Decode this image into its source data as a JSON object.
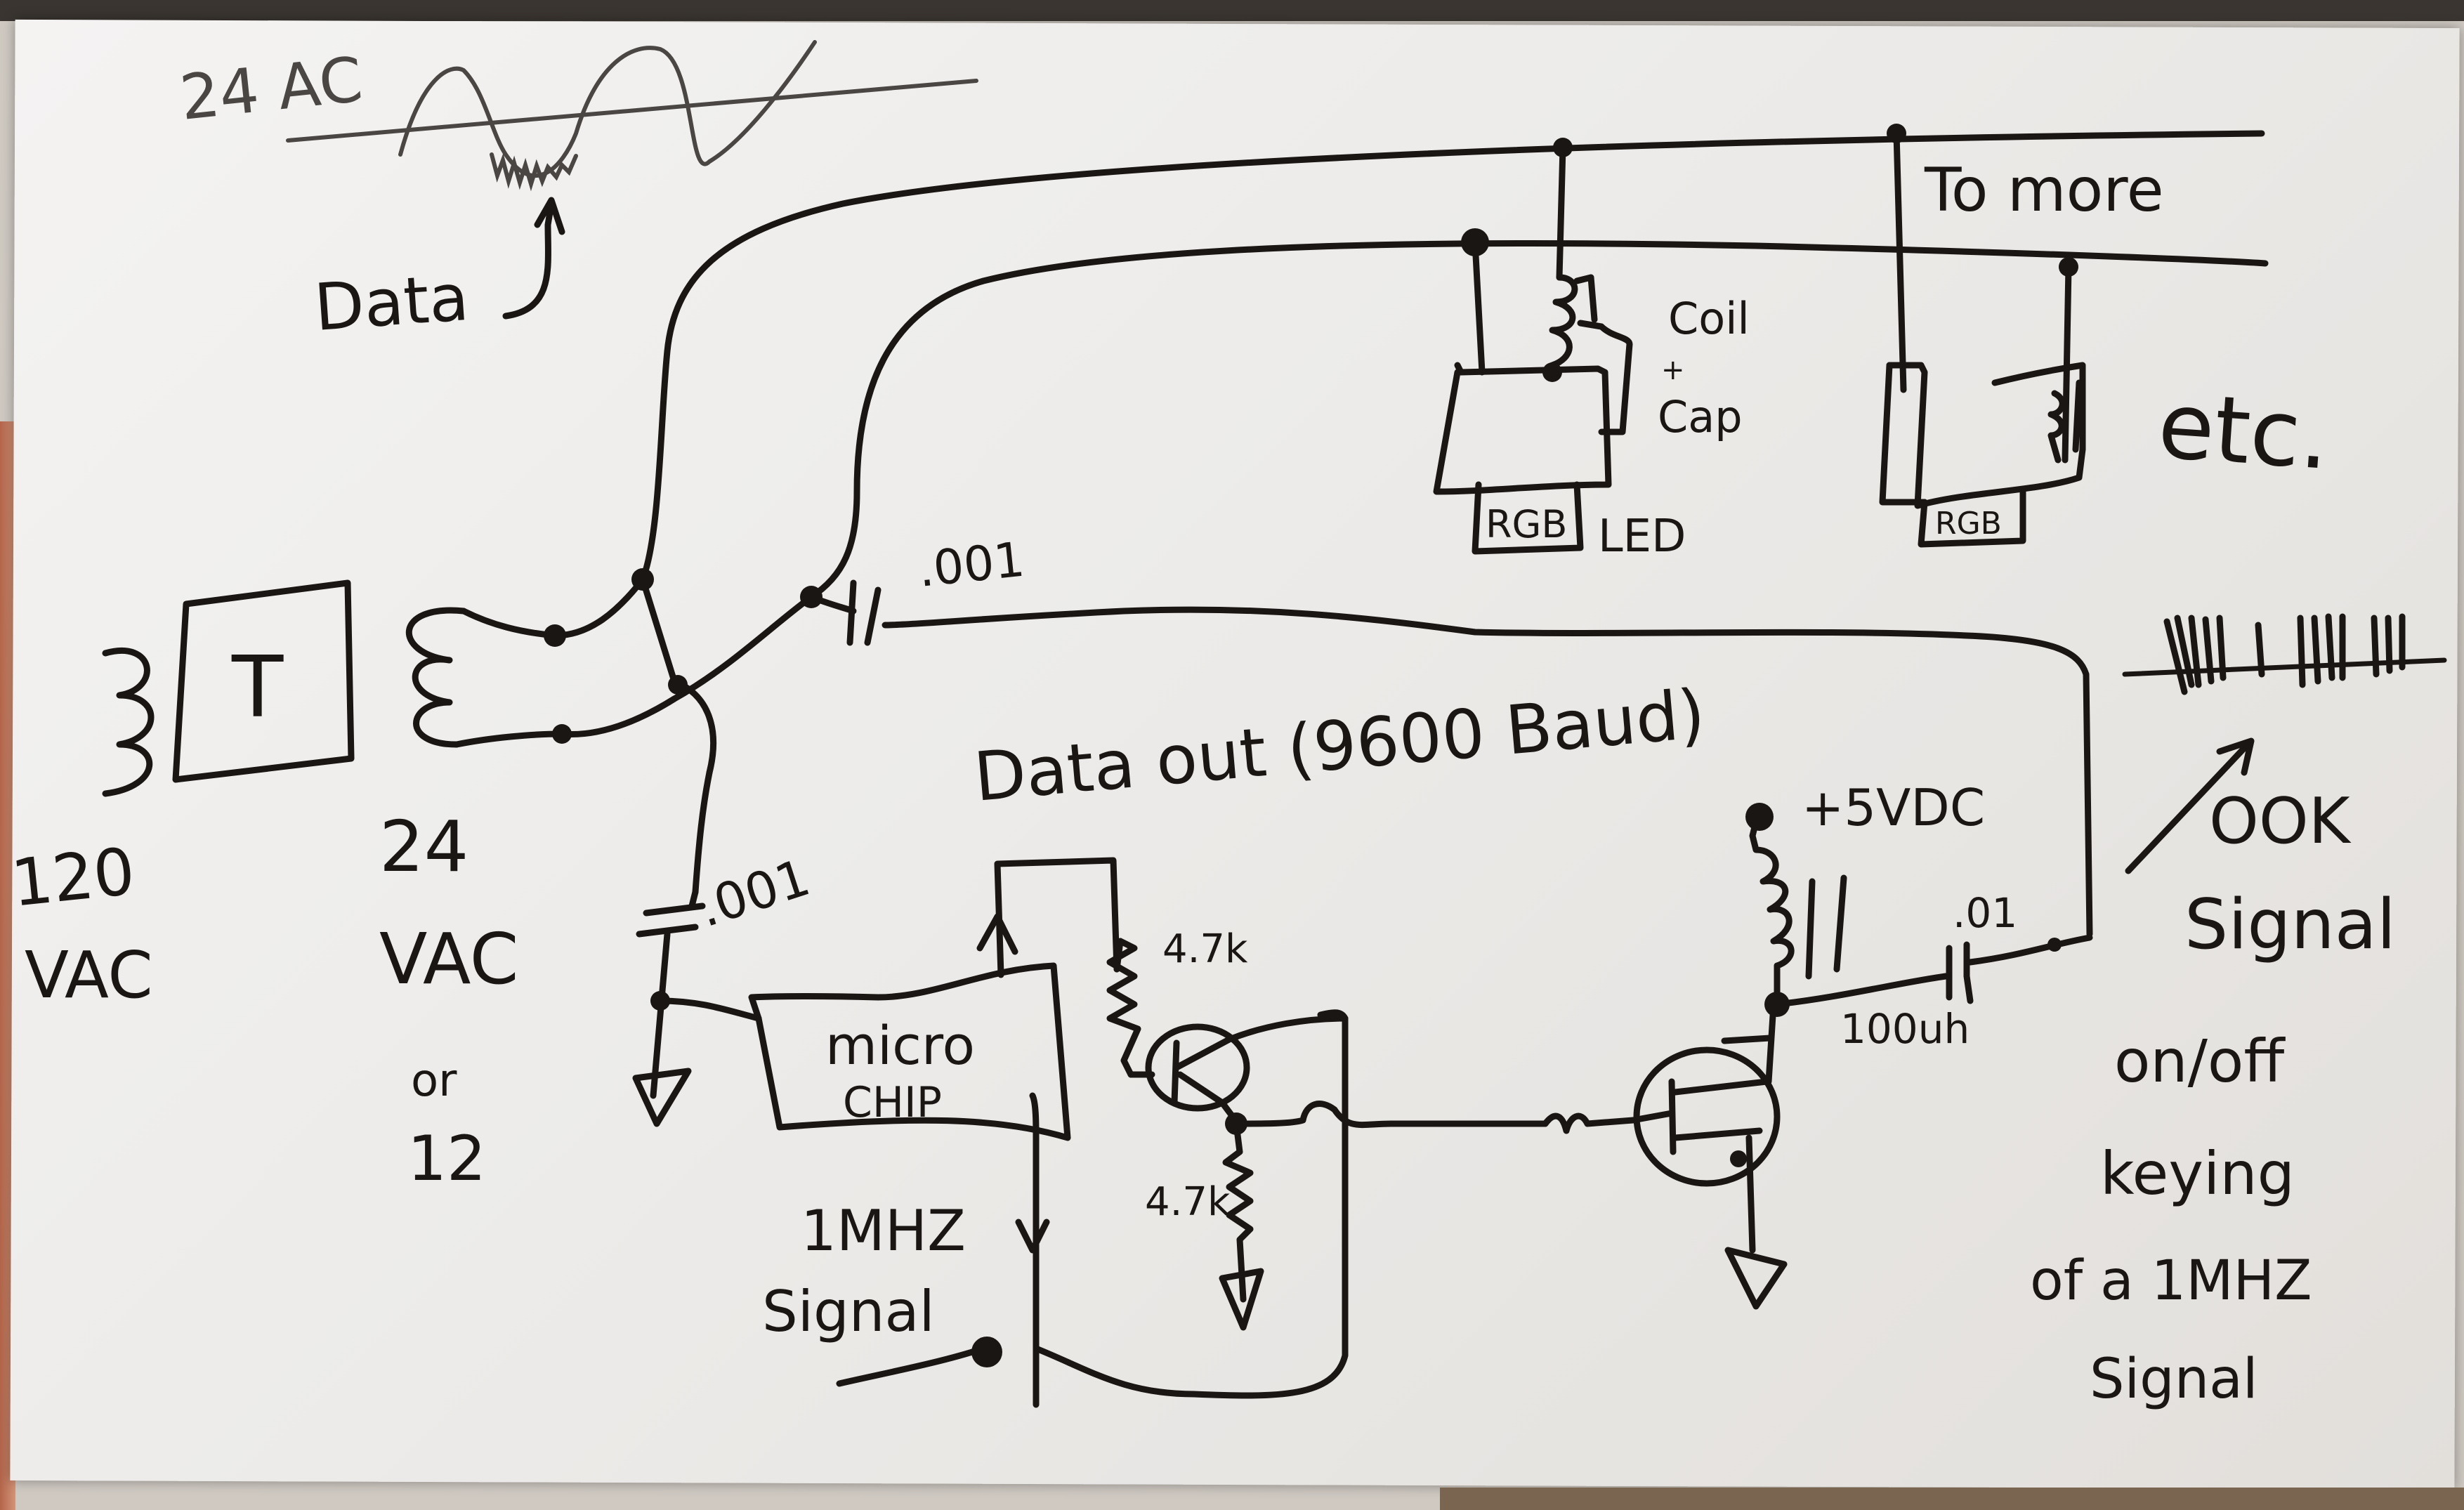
{
  "diagram": {
    "type": "hand-drawn circuit schematic",
    "ink_color": "#1a1614",
    "paper_color": "#eeedeb",
    "labels": {
      "ac_waveform": "24 AC",
      "data_caption": "Data",
      "transformer": "T",
      "primary_voltage_line1": "120",
      "primary_voltage_line2": "VAC",
      "secondary_voltage_line1": "24",
      "secondary_voltage_line2": "VAC",
      "secondary_voltage_or": "or",
      "secondary_voltage_alt": "12",
      "coupling_cap_top": ".001",
      "coupling_cap_left": ".001",
      "data_out": "Data out (9600 Baud)",
      "microchip_line1": "micro",
      "microchip_line2": "CHIP",
      "resistor_top": "4.7k",
      "resistor_bottom": "4.7k",
      "clock_line1": "1MHZ",
      "clock_line2": "Signal",
      "supply": "+5VDC",
      "output_cap": ".01",
      "inductor": "100uh",
      "to_more": "To more",
      "coil_cap_line1": "Coil",
      "coil_cap_line2": "+",
      "coil_cap_line3": "Cap",
      "rgb_box_1": "RGB",
      "led_label": "LED",
      "rgb_box_2": "RGB",
      "etc": "etc.",
      "ook_line1": "OOK",
      "ook_line2": "Signal",
      "ook_desc_line1": "on/off",
      "ook_desc_line2": "keying",
      "ook_desc_line3": "of a 1MHZ",
      "ook_desc_line4": "Signal"
    },
    "components": [
      {
        "id": "transformer",
        "kind": "transformer",
        "label": "T",
        "primary": "120 VAC",
        "secondary": "24 VAC or 12"
      },
      {
        "id": "c1",
        "kind": "capacitor",
        "value": ".001"
      },
      {
        "id": "c2",
        "kind": "capacitor",
        "value": ".001"
      },
      {
        "id": "u1",
        "kind": "microcontroller",
        "label": "micro CHIP"
      },
      {
        "id": "r1",
        "kind": "resistor",
        "value": "4.7k"
      },
      {
        "id": "r2",
        "kind": "resistor",
        "value": "4.7k"
      },
      {
        "id": "q1",
        "kind": "bipolar transistor"
      },
      {
        "id": "q2",
        "kind": "MOSFET"
      },
      {
        "id": "l1",
        "kind": "inductor",
        "value": "100uh"
      },
      {
        "id": "c3",
        "kind": "capacitor",
        "value": ".01"
      },
      {
        "id": "led1",
        "kind": "RGB LED module",
        "label": "RGB LED"
      },
      {
        "id": "led2",
        "kind": "RGB LED module",
        "label": "RGB"
      }
    ]
  }
}
